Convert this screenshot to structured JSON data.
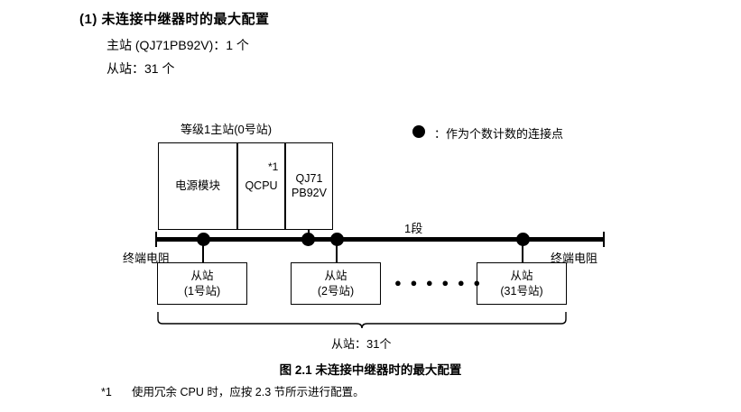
{
  "heading": "(1) 未连接中继器时的最大配置",
  "spec_lines": [
    "主站 (QJ71PB92V)：1 个",
    "从站：31 个"
  ],
  "legend": {
    "icon": "filled-circle-icon",
    "text": "：作为个数计数的连接点"
  },
  "diagram": {
    "master_label": "等级1主站(0号站)",
    "master_units": [
      {
        "name": "power-module",
        "label": "电源模块"
      },
      {
        "name": "qcpu",
        "label": "QCPU"
      },
      {
        "name": "qj71pb92v",
        "label": "QJ71\nPB92V"
      }
    ],
    "star_note": "*1",
    "segment_label": "1段",
    "terminator_left": "终端电阻",
    "terminator_right": "终端电阻",
    "slaves": [
      {
        "title": "从站",
        "station": "(1号站)"
      },
      {
        "title": "从站",
        "station": "(2号站)"
      },
      {
        "title": "从站",
        "station": "(31号站)"
      }
    ],
    "ellipsis": "● ● ● ● ● ●",
    "brace_label": "从站：31个"
  },
  "figure_caption": "图 2.1  未连接中继器时的最大配置",
  "footnote": {
    "mark": "*1",
    "text": "使用冗余 CPU 时，应按 2.3 节所示进行配置。"
  },
  "colors": {
    "line": "#000000",
    "background": "#ffffff"
  }
}
